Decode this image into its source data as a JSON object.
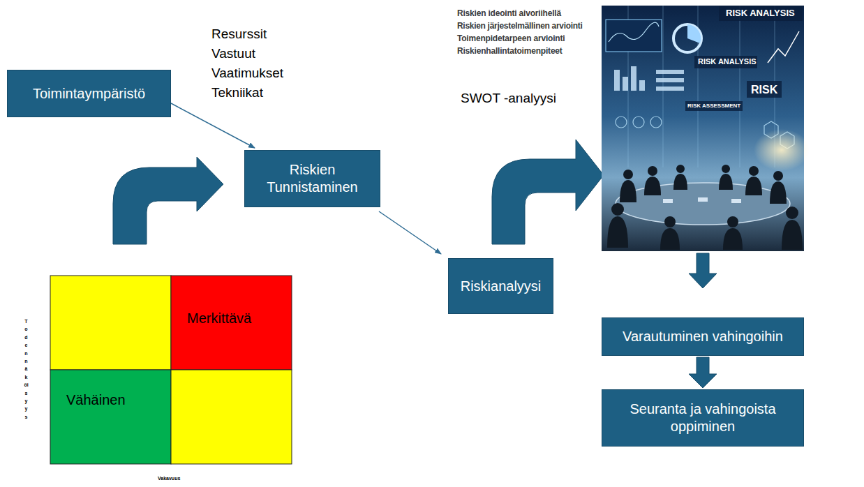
{
  "diagram": {
    "nodes": [
      {
        "text": [
          "Toimintaympäristö"
        ]
      },
      {
        "text": [
          "Riskien Tunnistaminen"
        ]
      },
      {
        "text": [
          "Riskianalyysi"
        ]
      },
      {
        "text": [
          "Merkittävä"
        ]
      },
      {
        "text": [
          "Vähäinen"
        ]
      },
      {
        "text": [
          "Varautuminen vahingoihin"
        ]
      },
      {
        "text": [
          "Seuranta ja vahingoista oppiminen"
        ]
      }
    ],
    "edges": [
      {
        "from": 0,
        "to": 1,
        "arrow": "to"
      },
      {
        "from": 1,
        "to": 2,
        "arrow": "to"
      },
      {
        "from": 5,
        "to": 6,
        "arrow": "to"
      }
    ],
    "labels": [
      "Resurssit",
      "Vastuut",
      "Vaatimukset",
      "Tekniikat",
      "Riskien ideointi aivoriihellä",
      "Riskien järjestelmällinen arviointi",
      "Toimenpidetarpeen arviointi",
      "Riskienhallintatoimenpiteet",
      "SWOT -analyysi",
      "RISK ANALYSIS",
      "RISK ANALYSIS",
      "RISK",
      "RISK ASSESSMENT",
      "Todennäköisyys",
      "Vakavuus"
    ]
  }
}
